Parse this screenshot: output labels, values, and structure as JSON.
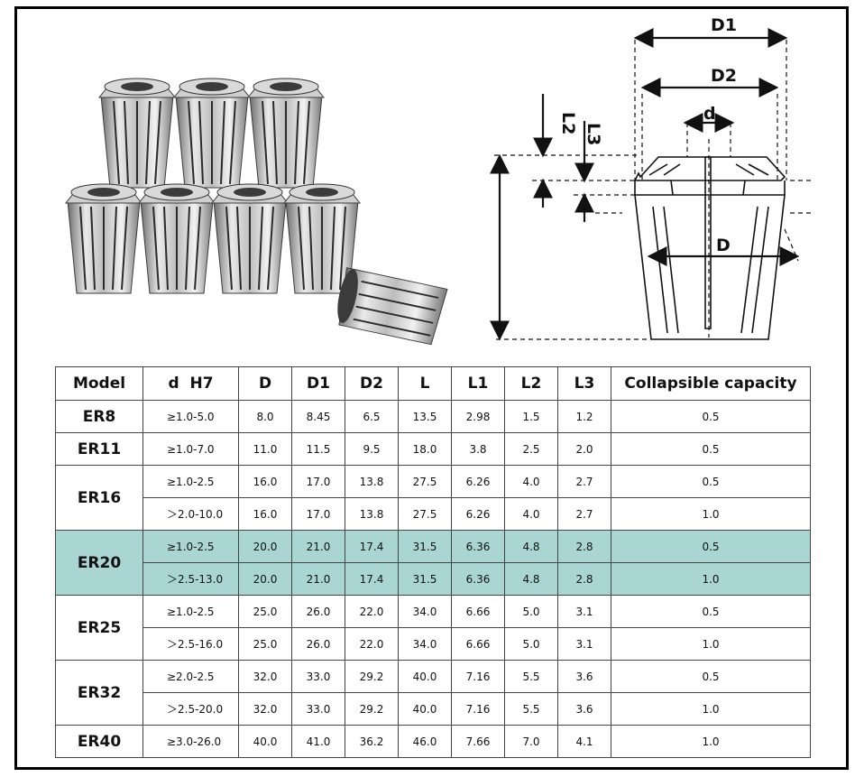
{
  "diagram": {
    "labels": {
      "d1": "D1",
      "d2": "D2",
      "d": "d",
      "l2": "L2",
      "l3": "L3",
      "dd": "D"
    }
  },
  "table": {
    "headers": [
      "Model",
      "d  H7",
      "D",
      "D1",
      "D2",
      "L",
      "L1",
      "L2",
      "L3",
      "Collapsible capacity"
    ],
    "groups": [
      {
        "model": "ER8",
        "highlight": false,
        "rows": [
          [
            "≥1.0-5.0",
            "8.0",
            "8.45",
            "6.5",
            "13.5",
            "2.98",
            "1.5",
            "1.2",
            "0.5"
          ]
        ]
      },
      {
        "model": "ER11",
        "highlight": false,
        "rows": [
          [
            "≥1.0-7.0",
            "11.0",
            "11.5",
            "9.5",
            "18.0",
            "3.8",
            "2.5",
            "2.0",
            "0.5"
          ]
        ]
      },
      {
        "model": "ER16",
        "highlight": false,
        "rows": [
          [
            "≥1.0-2.5",
            "16.0",
            "17.0",
            "13.8",
            "27.5",
            "6.26",
            "4.0",
            "2.7",
            "0.5"
          ],
          [
            "＞2.0-10.0",
            "16.0",
            "17.0",
            "13.8",
            "27.5",
            "6.26",
            "4.0",
            "2.7",
            "1.0"
          ]
        ]
      },
      {
        "model": "ER20",
        "highlight": true,
        "rows": [
          [
            "≥1.0-2.5",
            "20.0",
            "21.0",
            "17.4",
            "31.5",
            "6.36",
            "4.8",
            "2.8",
            "0.5"
          ],
          [
            "＞2.5-13.0",
            "20.0",
            "21.0",
            "17.4",
            "31.5",
            "6.36",
            "4.8",
            "2.8",
            "1.0"
          ]
        ]
      },
      {
        "model": "ER25",
        "highlight": false,
        "rows": [
          [
            "≥1.0-2.5",
            "25.0",
            "26.0",
            "22.0",
            "34.0",
            "6.66",
            "5.0",
            "3.1",
            "0.5"
          ],
          [
            "＞2.5-16.0",
            "25.0",
            "26.0",
            "22.0",
            "34.0",
            "6.66",
            "5.0",
            "3.1",
            "1.0"
          ]
        ]
      },
      {
        "model": "ER32",
        "highlight": false,
        "rows": [
          [
            "≥2.0-2.5",
            "32.0",
            "33.0",
            "29.2",
            "40.0",
            "7.16",
            "5.5",
            "3.6",
            "0.5"
          ],
          [
            "＞2.5-20.0",
            "32.0",
            "33.0",
            "29.2",
            "40.0",
            "7.16",
            "5.5",
            "3.6",
            "1.0"
          ]
        ]
      },
      {
        "model": "ER40",
        "highlight": false,
        "rows": [
          [
            "≥3.0-26.0",
            "40.0",
            "41.0",
            "36.2",
            "46.0",
            "7.66",
            "7.0",
            "4.1",
            "1.0"
          ]
        ]
      }
    ],
    "colors": {
      "highlight": "#a9d6d3",
      "border": "#444444"
    }
  },
  "photo": {
    "subject": "er-collets",
    "count": 8
  }
}
